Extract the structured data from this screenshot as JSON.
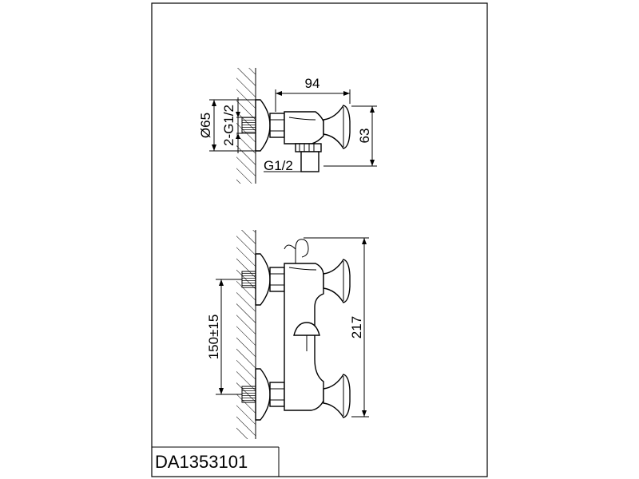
{
  "title_block": {
    "code": "DA1353101"
  },
  "top_view": {
    "width_dim": "94",
    "height_dim": "63",
    "diameter_dim": "Ø65",
    "inlet_thread": "2-G1/2",
    "outlet_thread": "G1/2"
  },
  "front_view": {
    "height_dim": "217",
    "spacing_dim": "150±15"
  }
}
